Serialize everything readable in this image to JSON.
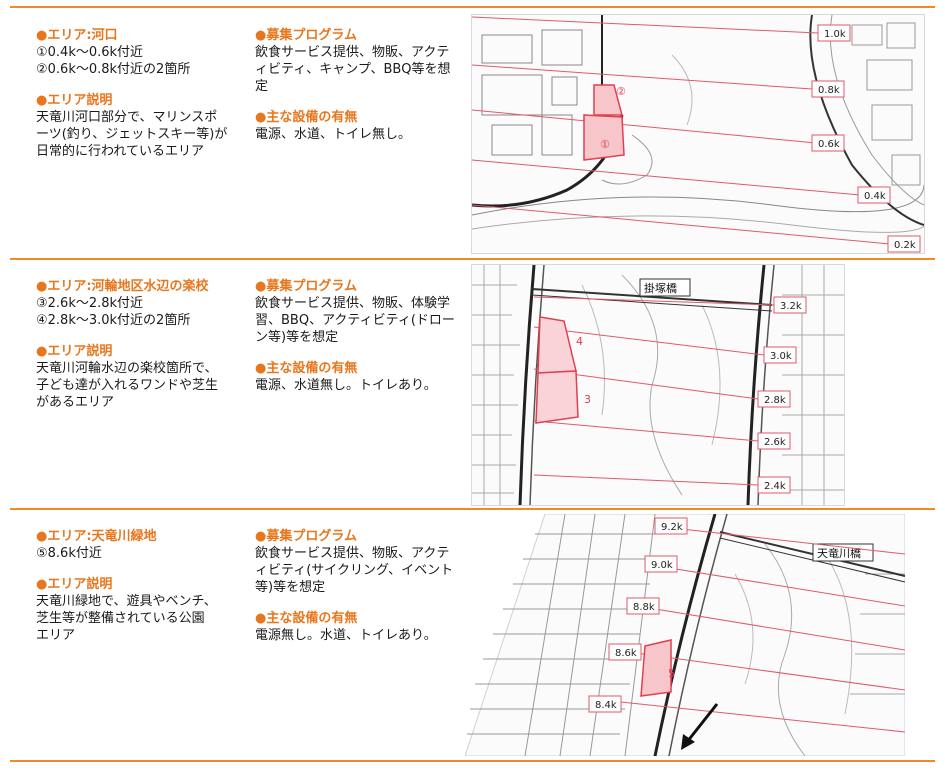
{
  "sections": [
    {
      "area_heading": "●エリア:河口",
      "area_lines": [
        "①0.4k～0.6k付近",
        "②0.6k～0.8k付近の2箇所"
      ],
      "desc_heading": "●エリア説明",
      "desc_lines": [
        "天竜川河口部分で、マリンスポ",
        "ーツ(釣り、ジェットスキー等)が",
        "日常的に行われているエリア"
      ],
      "program_heading": "●募集プログラム",
      "program_lines": [
        "飲食サービス提供、物販、アクテ",
        "ィビティ、キャンプ、BBQ等を想",
        "定"
      ],
      "facility_heading": "●主な設備の有無",
      "facility_lines": [
        "電源、水道、トイレ無し。"
      ],
      "map": {
        "km_labels": [
          "1.0k",
          "0.8k",
          "0.6k",
          "0.4k",
          "0.2k"
        ],
        "zone_markers": [
          "②",
          "①"
        ]
      }
    },
    {
      "area_heading": "●エリア:河輪地区水辺の楽校",
      "area_lines": [
        "③2.6k～2.8k付近",
        "④2.8k～3.0k付近の2箇所"
      ],
      "desc_heading": "●エリア説明",
      "desc_lines": [
        "天竜川河輪水辺の楽校箇所で、",
        "子ども達が入れるワンドや芝生",
        "があるエリア"
      ],
      "program_heading": "●募集プログラム",
      "program_lines": [
        "飲食サービス提供、物販、体験学",
        "習、BBQ、アクティビティ(ドロー",
        "ン等)等を想定"
      ],
      "facility_heading": "●主な設備の有無",
      "facility_lines": [
        "電源、水道無し。トイレあり。"
      ],
      "map": {
        "bridge": "掛塚橋",
        "km_labels": [
          "3.2k",
          "3.0k",
          "2.8k",
          "2.6k",
          "2.4k"
        ],
        "zone_markers": [
          "4",
          "3"
        ]
      }
    },
    {
      "area_heading": "●エリア:天竜川緑地",
      "area_lines": [
        "⑤8.6k付近"
      ],
      "desc_heading": "●エリア説明",
      "desc_lines": [
        "天竜川緑地で、遊具やベンチ、",
        "芝生等が整備されている公園",
        "エリア"
      ],
      "program_heading": "●募集プログラム",
      "program_lines": [
        "飲食サービス提供、物販、アクテ",
        "ィビティ(サイクリング、イベント",
        "等)等を想定"
      ],
      "facility_heading": "●主な設備の有無",
      "facility_lines": [
        "電源無し。水道、トイレあり。"
      ],
      "map": {
        "bridge": "天竜川橋",
        "km_labels": [
          "9.2k",
          "9.0k",
          "8.8k",
          "8.6k",
          "8.4k"
        ],
        "zone_markers": [
          "5"
        ]
      }
    }
  ],
  "colors": {
    "accent": "#ee8a2c",
    "heading": "#e8761c",
    "zone": "#e0404f"
  }
}
